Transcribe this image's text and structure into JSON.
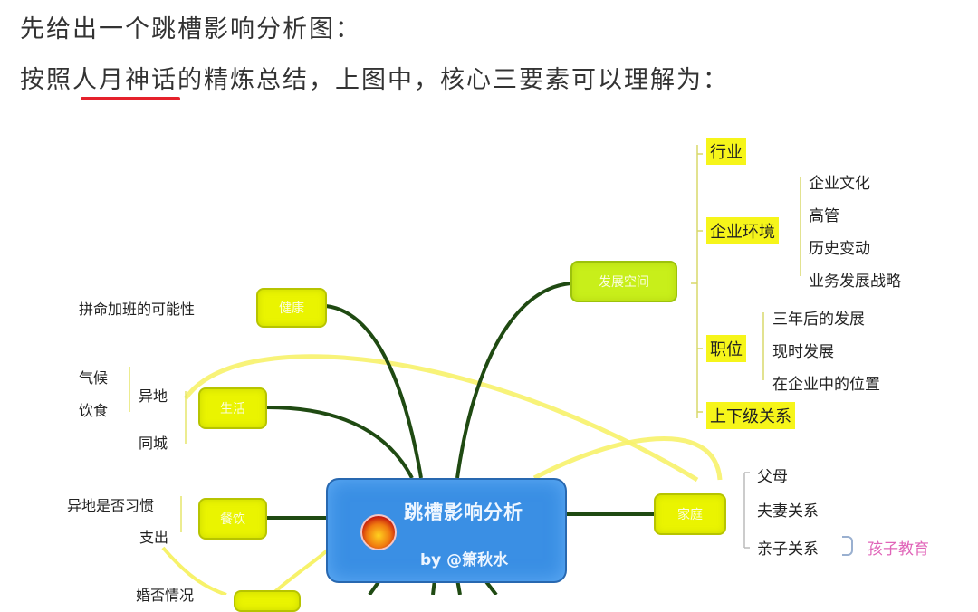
{
  "document": {
    "line1": "先给出一个跳槽影响分析图：",
    "line2": "按照人月神话的精炼总结，上图中，核心三要素可以理解为：",
    "underlined_phrase": "人月神话",
    "underline_color": "#e5212b"
  },
  "mindmap": {
    "center": {
      "title": "跳槽影响分析",
      "byline": "by @箫秋水",
      "color": "#3a8fe4"
    },
    "branches": {
      "development": {
        "label": "发展空间",
        "children": [
          {
            "label": "行业"
          },
          {
            "label": "企业环境",
            "children": [
              "企业文化",
              "高管",
              "历史变动",
              "业务发展战略"
            ]
          },
          {
            "label": "职位",
            "children": [
              "三年后的发展",
              "现时发展",
              "在企业中的位置"
            ]
          },
          {
            "label": "上下级关系"
          }
        ]
      },
      "health": {
        "label": "健康",
        "children": [
          "拼命加班的可能性"
        ]
      },
      "life": {
        "label": "生活",
        "children": [
          {
            "label": "异地",
            "children": [
              "气候",
              "饮食"
            ]
          },
          {
            "label": "同城"
          }
        ]
      },
      "diet": {
        "label": "餐饮",
        "children": [
          "异地是否习惯",
          "支出"
        ]
      },
      "family": {
        "label": "家庭",
        "children": [
          "父母",
          "夫妻关系",
          "亲子关系"
        ],
        "linked_note": "孩子教育"
      },
      "partial_bottom": {
        "label": "婚否情况"
      }
    }
  },
  "colors": {
    "node_yellow": "#eaf400",
    "node_lime": "#c8ef1a",
    "highlight": "#f6f51a",
    "branch_line": "#1f4a12",
    "relation_line": "#f7f26a",
    "watermark": "#e064b8"
  }
}
